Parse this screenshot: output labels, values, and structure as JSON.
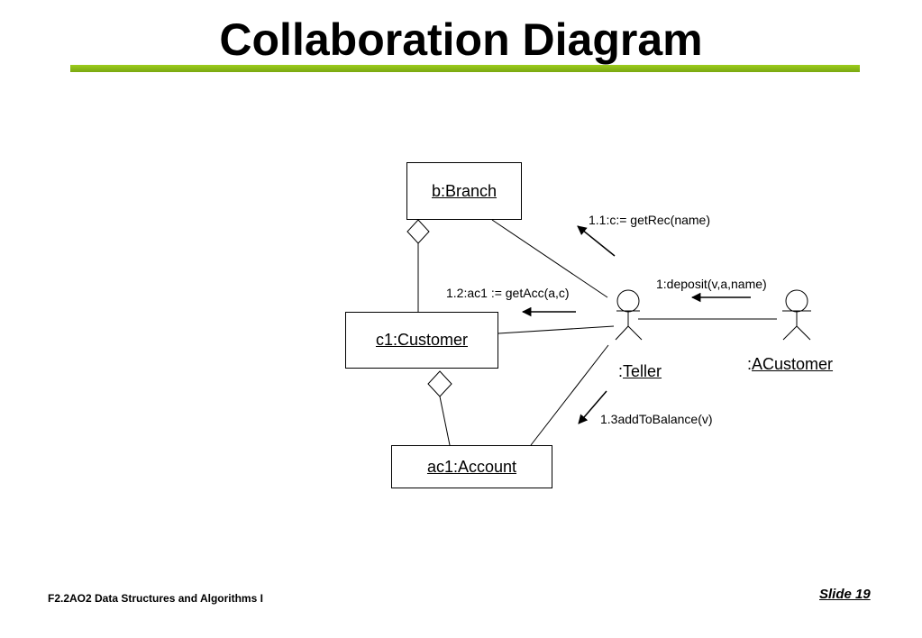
{
  "slide": {
    "title": "Collaboration Diagram",
    "footer_course": "F2.2AO2 Data Structures and Algorithms I",
    "footer_slide": "Slide 19",
    "accent_color": "#8dbf16"
  },
  "objects": {
    "branch": "b:Branch",
    "customer": "c1:Customer",
    "account": "ac1:Account"
  },
  "actors": {
    "teller": {
      "prefix": ":",
      "name": "Teller"
    },
    "acustomer": {
      "prefix": ":",
      "name": "ACustomer"
    }
  },
  "messages": {
    "getrec": "1.1:c:= getRec(name)",
    "getacc": "1.2:ac1 := getAcc(a,c)",
    "deposit": "1:deposit(v,a,name)",
    "addtobalance": "1.3addToBalance(v)"
  }
}
